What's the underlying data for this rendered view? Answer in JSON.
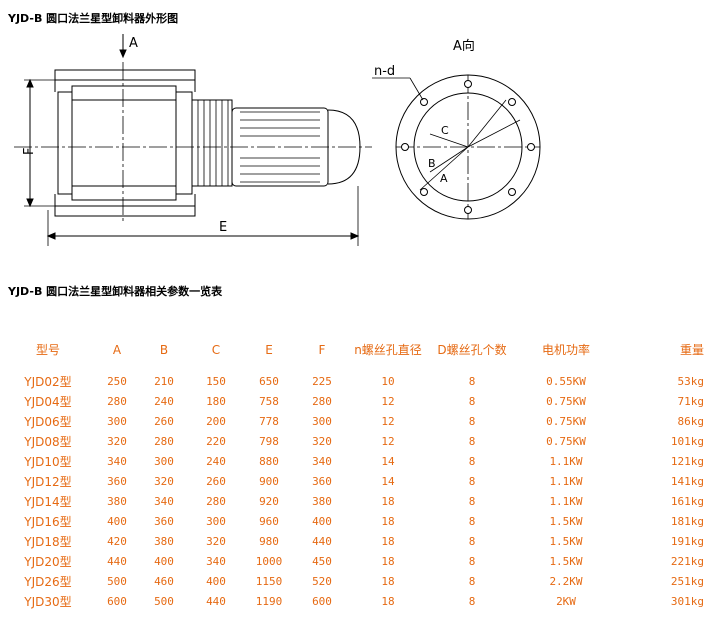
{
  "headings": {
    "drawing": "YJD-B 圆口法兰星型卸料器外形图",
    "table": "YJD-B 圆口法兰星型卸料器相关参数一览表"
  },
  "drawing_labels": {
    "view_arrow": "A",
    "view_title": "A向",
    "bolt_callout": "n-d",
    "dim_E": "E",
    "dim_F": "F",
    "dim_A": "A",
    "dim_B": "B",
    "dim_C": "C"
  },
  "table": {
    "headers": [
      "型号",
      "A",
      "B",
      "C",
      "E",
      "F",
      "n螺丝孔直径",
      "D螺丝孔个数",
      "电机功率",
      "重量"
    ],
    "rows": [
      [
        "YJD02型",
        "250",
        "210",
        "150",
        "650",
        "225",
        "10",
        "8",
        "0.55KW",
        "53kg"
      ],
      [
        "YJD04型",
        "280",
        "240",
        "180",
        "758",
        "280",
        "12",
        "8",
        "0.75KW",
        "71kg"
      ],
      [
        "YJD06型",
        "300",
        "260",
        "200",
        "778",
        "300",
        "12",
        "8",
        "0.75KW",
        "86kg"
      ],
      [
        "YJD08型",
        "320",
        "280",
        "220",
        "798",
        "320",
        "12",
        "8",
        "0.75KW",
        "101kg"
      ],
      [
        "YJD10型",
        "340",
        "300",
        "240",
        "880",
        "340",
        "14",
        "8",
        "1.1KW",
        "121kg"
      ],
      [
        "YJD12型",
        "360",
        "320",
        "260",
        "900",
        "360",
        "14",
        "8",
        "1.1KW",
        "141kg"
      ],
      [
        "YJD14型",
        "380",
        "340",
        "280",
        "920",
        "380",
        "18",
        "8",
        "1.1KW",
        "161kg"
      ],
      [
        "YJD16型",
        "400",
        "360",
        "300",
        "960",
        "400",
        "18",
        "8",
        "1.5KW",
        "181kg"
      ],
      [
        "YJD18型",
        "420",
        "380",
        "320",
        "980",
        "440",
        "18",
        "8",
        "1.5KW",
        "191kg"
      ],
      [
        "YJD20型",
        "440",
        "400",
        "340",
        "1000",
        "450",
        "18",
        "8",
        "1.5KW",
        "221kg"
      ],
      [
        "YJD26型",
        "500",
        "460",
        "400",
        "1150",
        "520",
        "18",
        "8",
        "2.2KW",
        "251kg"
      ],
      [
        "YJD30型",
        "600",
        "500",
        "440",
        "1190",
        "600",
        "18",
        "8",
        "2KW",
        "301kg"
      ]
    ]
  }
}
